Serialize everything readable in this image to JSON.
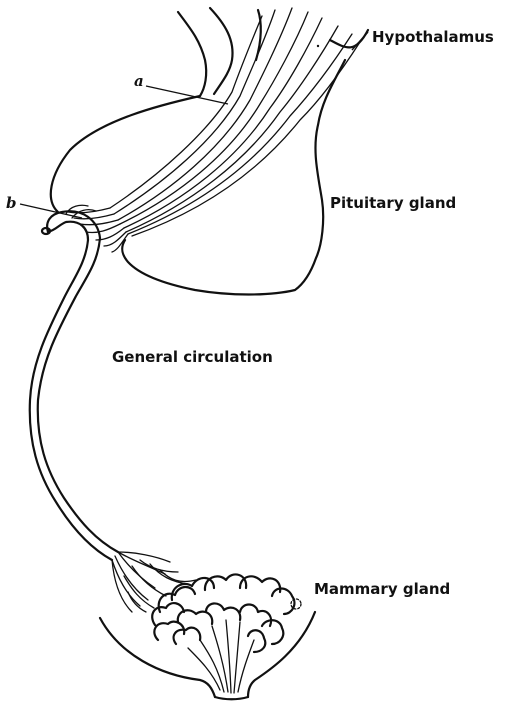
{
  "labels": {
    "hypothalamus": "Hypothalamus",
    "pituitary": "Pituitary gland",
    "circulation": "General circulation",
    "mammary": "Mammary gland",
    "a": "a",
    "b": "b"
  },
  "colors": {
    "ink": "#111111",
    "background": "#ffffff"
  }
}
